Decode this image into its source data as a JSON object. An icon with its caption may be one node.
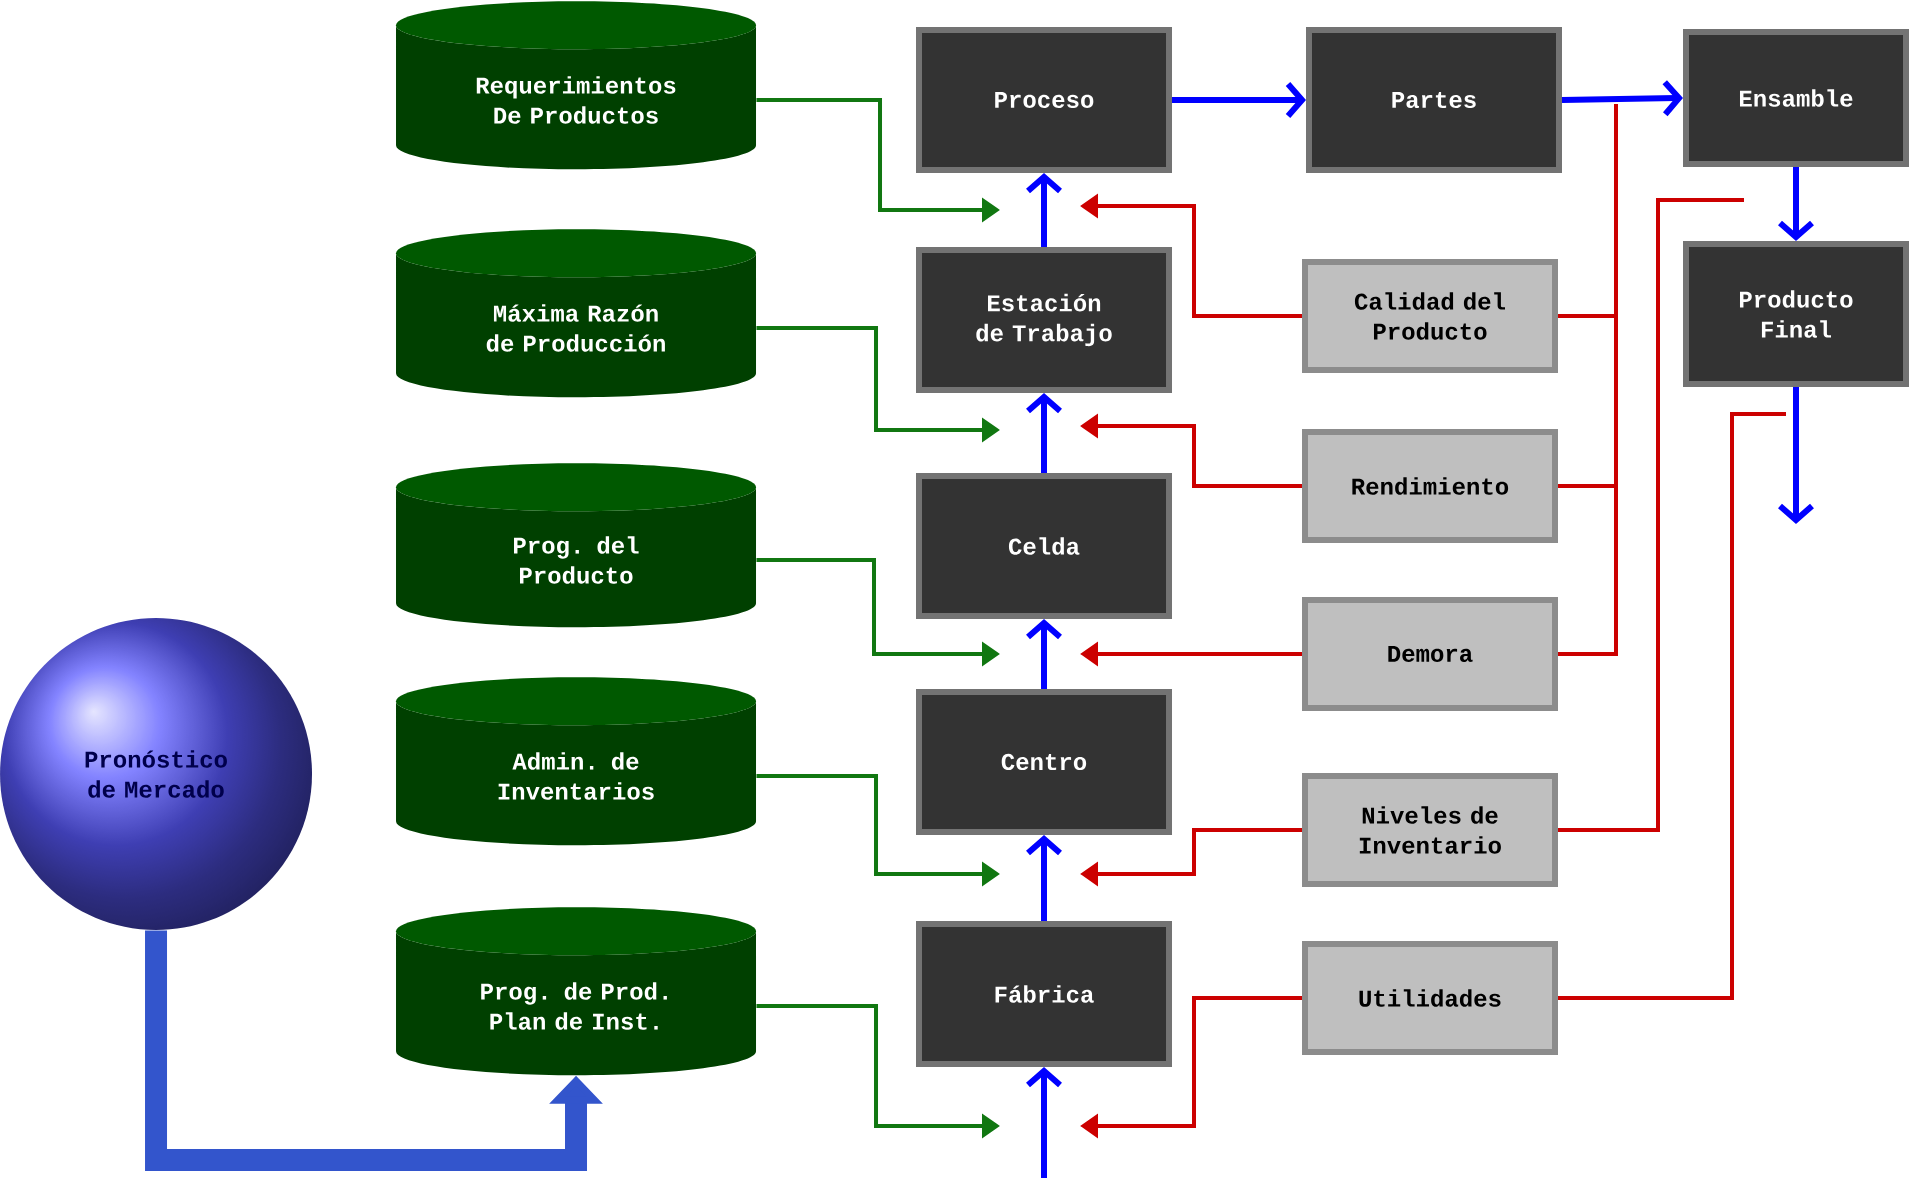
{
  "diagram": {
    "nodes": [
      {
        "text": [
          "Pronóstico de Mercado"
        ]
      },
      {
        "text": [
          "Requerimientos De Productos"
        ]
      },
      {
        "text": [
          "Máxima Razón de Producción"
        ]
      },
      {
        "text": [
          "Prog. del Producto"
        ]
      },
      {
        "text": [
          "Admin. de Inventarios"
        ]
      },
      {
        "text": [
          "Prog. de Prod. Plan de Inst."
        ]
      },
      {
        "text": [
          "Proceso"
        ]
      },
      {
        "text": [
          "Partes"
        ]
      },
      {
        "text": [
          "Ensamble"
        ]
      },
      {
        "text": [
          "Estación de Trabajo"
        ]
      },
      {
        "text": [
          "Calidad del Producto"
        ]
      },
      {
        "text": [
          "Producto Final"
        ]
      },
      {
        "text": [
          "Rendimiento"
        ]
      },
      {
        "text": [
          "Celda"
        ]
      },
      {
        "text": [
          "Demora"
        ]
      },
      {
        "text": [
          "Centro"
        ]
      },
      {
        "text": [
          "Niveles de Inventario"
        ]
      },
      {
        "text": [
          "Fábrica"
        ]
      },
      {
        "text": [
          "Utilidades"
        ]
      }
    ],
    "edges": [
      {
        "from": 0,
        "to": 5,
        "arrow": "to",
        "style": "thick",
        "color": "#3355cc"
      },
      {
        "from": 9,
        "to": 6,
        "arrow": "to",
        "color": "#0000ff"
      },
      {
        "from": 13,
        "to": 9,
        "arrow": "to",
        "color": "#0000ff"
      },
      {
        "from": 15,
        "to": 13,
        "arrow": "to",
        "color": "#0000ff"
      },
      {
        "from": 17,
        "to": 15,
        "arrow": "to",
        "color": "#0000ff"
      },
      {
        "from": null,
        "to": 17,
        "arrow": "to",
        "color": "#0000ff"
      },
      {
        "from": 6,
        "to": 7,
        "arrow": "to",
        "color": "#0000ff"
      },
      {
        "from": 7,
        "to": 8,
        "arrow": "to",
        "color": "#0000ff"
      },
      {
        "from": 8,
        "to": 11,
        "arrow": "to",
        "color": "#0000ff"
      },
      {
        "from": 11,
        "to": null,
        "arrow": "to",
        "color": "#0000ff"
      },
      {
        "from": 1,
        "to": null,
        "arrow": "to",
        "color": "#117711"
      },
      {
        "from": 2,
        "to": null,
        "arrow": "to",
        "color": "#117711"
      },
      {
        "from": 3,
        "to": null,
        "arrow": "to",
        "color": "#117711"
      },
      {
        "from": 4,
        "to": null,
        "arrow": "to",
        "color": "#117711"
      },
      {
        "from": 5,
        "to": null,
        "arrow": "to",
        "color": "#117711"
      },
      {
        "from": 10,
        "to": null,
        "arrow": "to",
        "color": "#cc0000"
      },
      {
        "from": 12,
        "to": null,
        "arrow": "to",
        "color": "#cc0000"
      },
      {
        "from": 14,
        "to": null,
        "arrow": "to",
        "color": "#cc0000"
      },
      {
        "from": 16,
        "to": null,
        "arrow": "to",
        "color": "#cc0000"
      },
      {
        "from": 18,
        "to": null,
        "arrow": "to",
        "color": "#cc0000"
      },
      {
        "from": null,
        "to": 10,
        "arrow": "none",
        "color": "#cc0000"
      },
      {
        "from": null,
        "to": 12,
        "arrow": "none",
        "color": "#cc0000"
      },
      {
        "from": null,
        "to": 14,
        "arrow": "none",
        "color": "#cc0000"
      },
      {
        "from": null,
        "to": 16,
        "arrow": "none",
        "color": "#cc0000"
      },
      {
        "from": null,
        "to": 18,
        "arrow": "none",
        "color": "#cc0000"
      }
    ]
  }
}
